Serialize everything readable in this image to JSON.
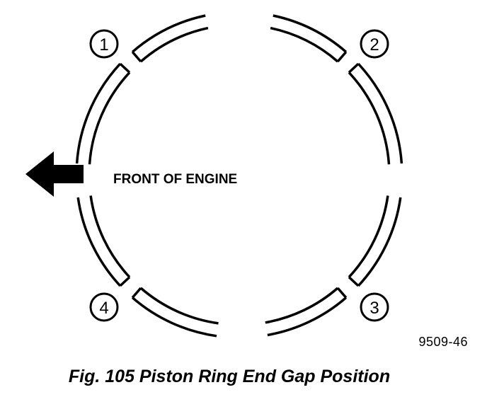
{
  "diagram": {
    "front_label": "FRONT OF ENGINE",
    "figure_code": "9509-46",
    "caption": "Fig. 105 Piston Ring End Gap Position",
    "gap_markers": [
      {
        "number": "1"
      },
      {
        "number": "2"
      },
      {
        "number": "3"
      },
      {
        "number": "4"
      }
    ]
  }
}
